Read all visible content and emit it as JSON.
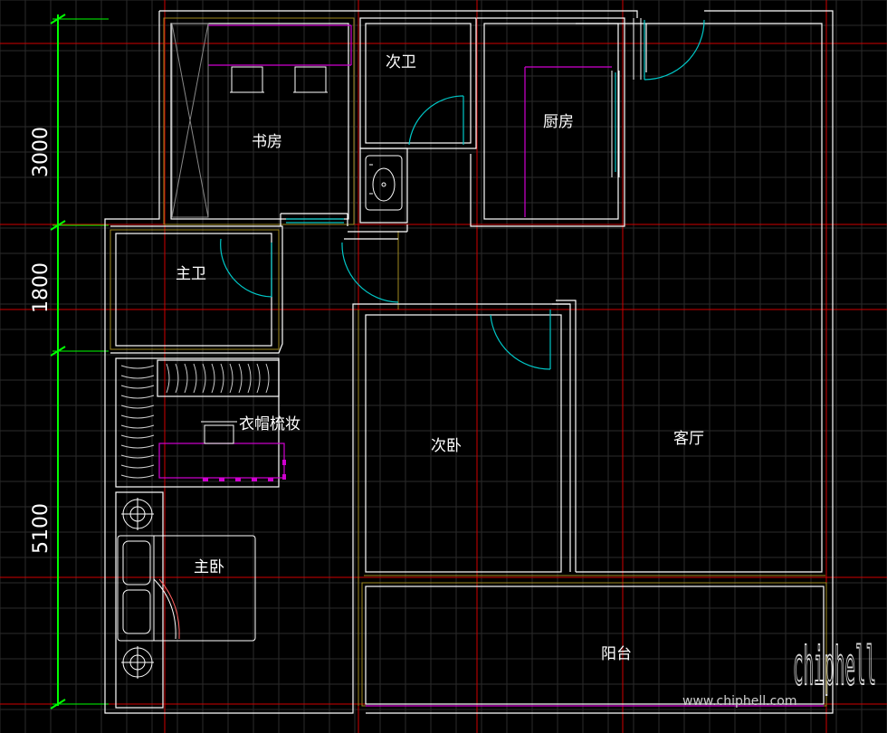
{
  "title": "",
  "colors": {
    "background": "#000000",
    "grid": "#2b2b2b",
    "axis": "#d10000",
    "wall": "#ffffff",
    "door": "#00c8c8",
    "furniture": "#d000d0",
    "dimension": "#00ff00",
    "inner_line": "#a08a20"
  },
  "dimensions": [
    "3000",
    "1800",
    "5100"
  ],
  "rooms": {
    "study": "书房",
    "second_bath": "次卫",
    "kitchen": "厨房",
    "master_bath": "主卫",
    "wardrobe": "衣帽梳妆",
    "second_bedroom": "次卧",
    "living_room": "客厅",
    "master_bedroom": "主卧",
    "balcony": "阳台"
  },
  "watermark": {
    "logo": "chiphell",
    "site": "www.chiphell.com"
  }
}
